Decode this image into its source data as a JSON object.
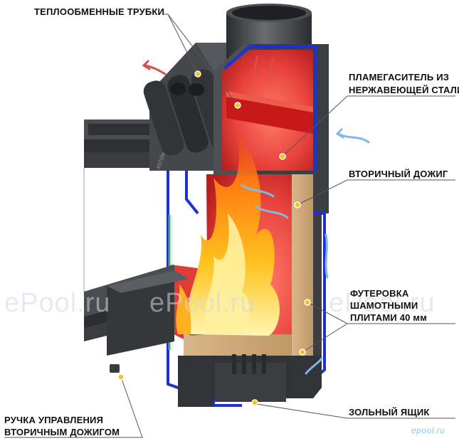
{
  "labels": {
    "heat_tubes": "ТЕПЛООБМЕННЫЕ ТРУБКИ",
    "flame_arrester_1": "ПЛАМЕГАСИТЕЛЬ ИЗ",
    "flame_arrester_2": "НЕРЖАВЕЮЩЕЙ СТАЛИ",
    "secondary_burn": "ВТОРИЧНЫЙ ДОЖИГ",
    "lining_1": "ФУТЕРОВКА",
    "lining_2": "ШАМОТНЫМИ",
    "lining_3": "ПЛИТАМИ 40 мм",
    "ash_box": "ЗОЛЬНЫЙ ЯЩИК",
    "handle_1": "РУЧКА УПРАВЛЕНИЯ",
    "handle_2": "ВТОРИЧНЫМ ДОЖИГОМ"
  },
  "body_logo": "ASTON",
  "watermarks": [
    "ePool.ru",
    "ePool.ru",
    "ePool.ru"
  ],
  "brand_mark": "epool.ru",
  "colors": {
    "steel": "#3b3d40",
    "steel_light": "#5a5d61",
    "insulation_blue": "#1f2fd8",
    "firebox_red": "#e8423a",
    "chamotte": "#c9a374",
    "marker": "#f3c21b",
    "air_arrow": "#7fb9e6",
    "hot_arrow": "#d8504a"
  }
}
